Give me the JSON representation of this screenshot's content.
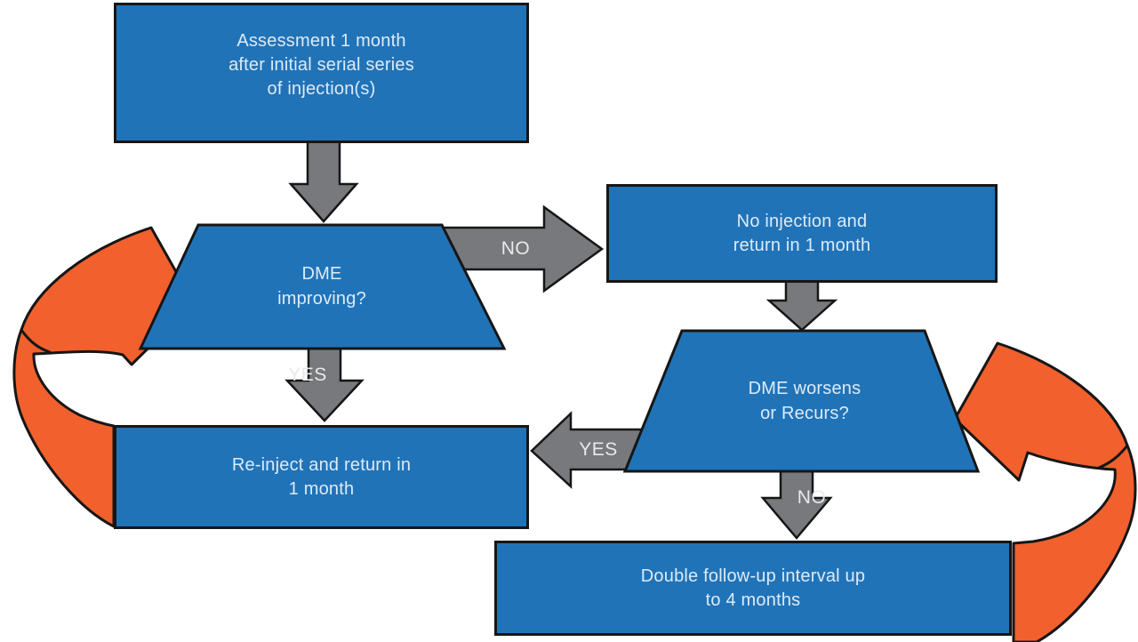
{
  "colors": {
    "box_blue": "#2173b8",
    "arrow_gray": "#77797c",
    "ribbon_orange": "#f1602d",
    "outline": "#161616",
    "box_text": "#dcebf8",
    "label_text": "#e9e9e9",
    "background": "#ffffff"
  },
  "nodes": {
    "assessment": {
      "lines": [
        "Assessment 1 month",
        "after initial serial series",
        "of injection(s)"
      ]
    },
    "dme_improving": {
      "lines": [
        "DME",
        "improving?"
      ]
    },
    "no_injection": {
      "lines": [
        "No injection and",
        "return in 1 month"
      ]
    },
    "dme_worsens": {
      "lines": [
        "DME worsens",
        "or Recurs?"
      ]
    },
    "reinject": {
      "lines": [
        "Re-inject and return in",
        "1 month"
      ]
    },
    "double_interval": {
      "lines": [
        "Double follow-up interval up",
        "to 4 months"
      ]
    }
  },
  "edge_labels": {
    "improving_no": "NO",
    "improving_yes": "YES",
    "worsens_yes": "YES",
    "worsens_no": "NO"
  }
}
